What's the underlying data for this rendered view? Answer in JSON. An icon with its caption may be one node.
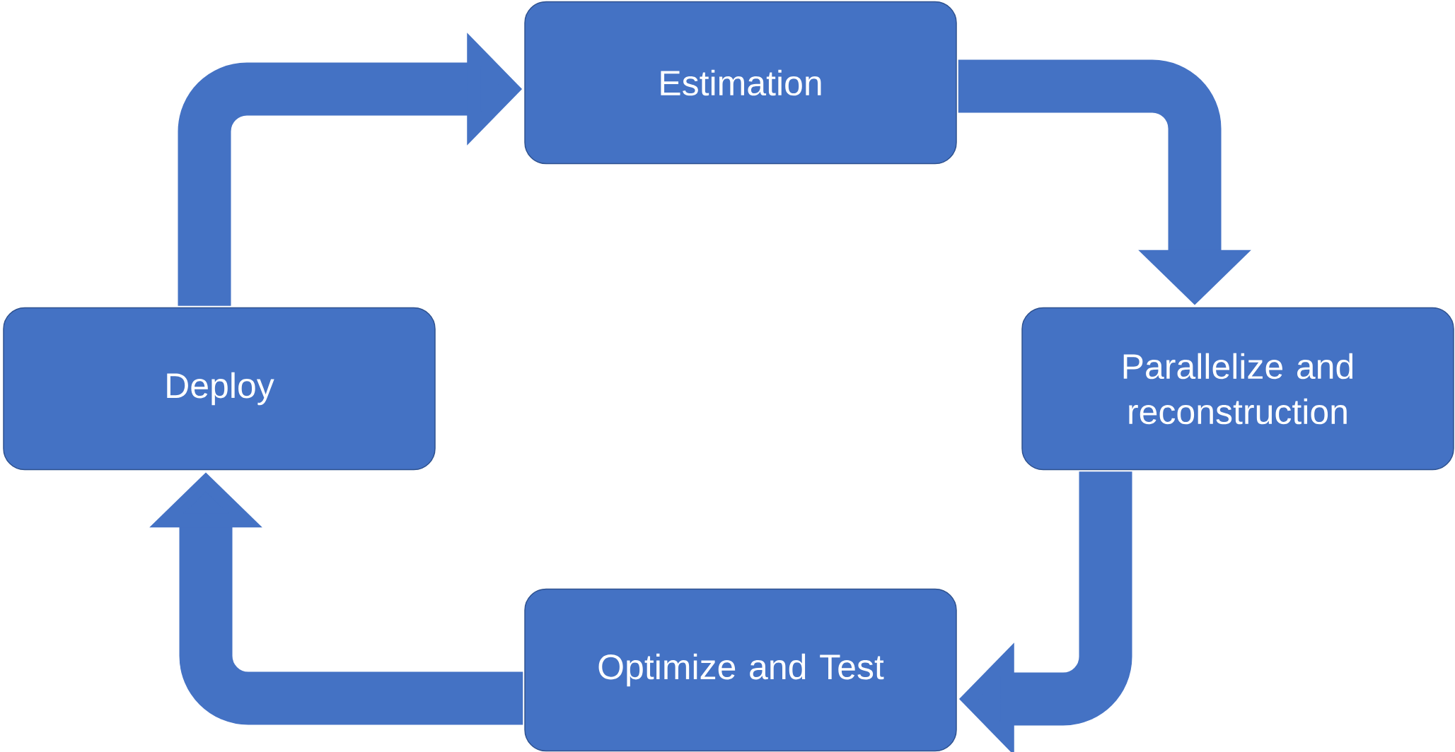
{
  "diagram": {
    "nodes": [
      {
        "text": [
          "Estimation"
        ]
      },
      {
        "text": [
          "Deploy"
        ]
      },
      {
        "text": [
          "Parallelize and reconstruction"
        ]
      },
      {
        "text": [
          "Optimize and Test"
        ]
      }
    ],
    "edges": [
      {
        "from": 0,
        "to": 2,
        "arrow": "to"
      },
      {
        "from": 2,
        "to": 3,
        "arrow": "to"
      },
      {
        "from": 3,
        "to": 1,
        "arrow": "to"
      },
      {
        "from": 1,
        "to": 0,
        "arrow": "to"
      }
    ]
  }
}
